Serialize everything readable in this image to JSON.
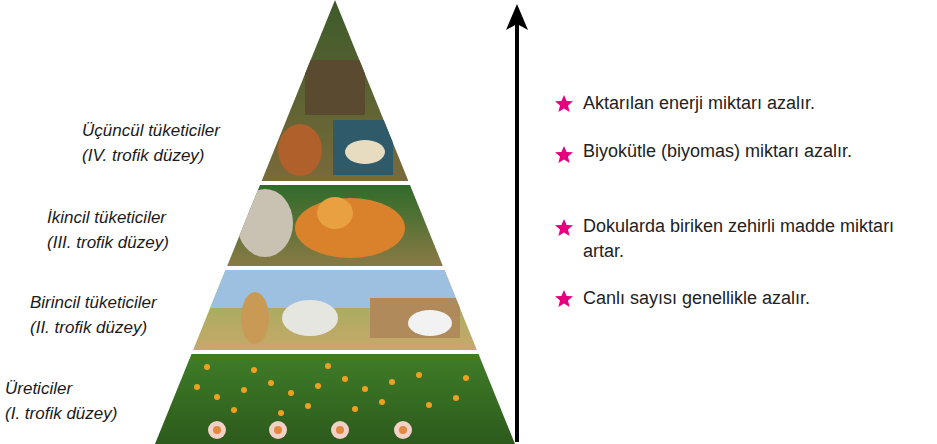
{
  "diagram": {
    "nodes": [
      {
        "text": [
          "Üçüncül tüketiciler",
          "(IV. trofik düzey)"
        ]
      },
      {
        "text": [
          "İkincil tüketiciler",
          "(III. trofik düzey)"
        ]
      },
      {
        "text": [
          "Birincil tüketiciler",
          "(II. trofik düzey)"
        ]
      },
      {
        "text": [
          "Üreticiler",
          "(I. trofik düzey)"
        ]
      }
    ],
    "labels": [
      "Aktarılan enerji miktarı azalır.",
      "Biyokütle (biyomas) miktarı azalır.",
      "Dokularda biriken zehirli madde miktarı artar.",
      "Canlı sayısı genellikle azalır."
    ]
  }
}
